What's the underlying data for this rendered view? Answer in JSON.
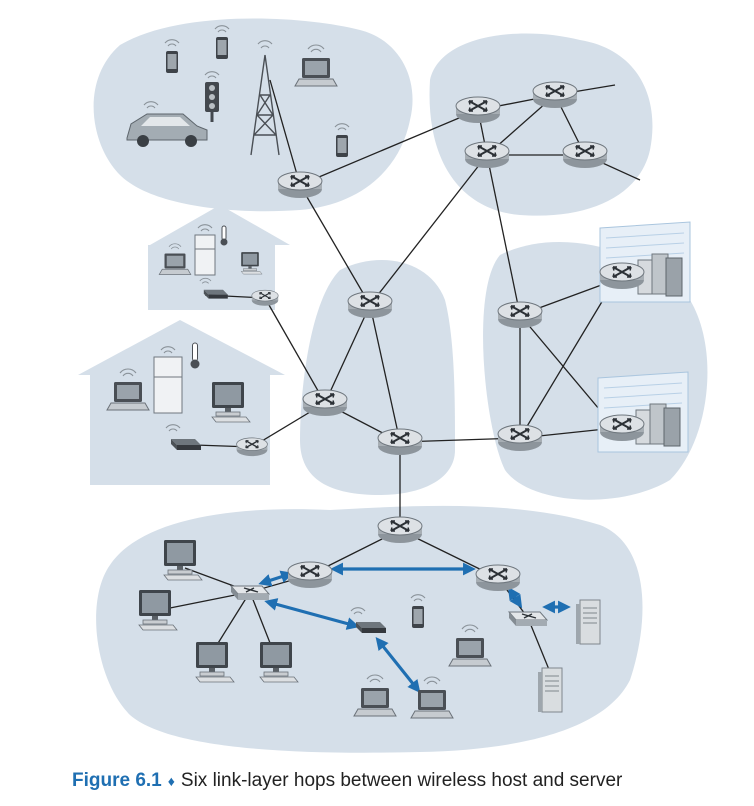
{
  "caption": {
    "label": "Figure 6.1",
    "separator": "♦",
    "text": "Six link-layer hops between wireless host and server"
  },
  "colors": {
    "region_fill": "#d5dfe9",
    "link": "#222222",
    "hop_arrow": "#1f6fb2",
    "router_fill": "#c9ced3",
    "caption_label": "#1f6fb2"
  },
  "nodes": {
    "routers": [
      "r-mobile",
      "r-isp-top-1",
      "r-isp-top-2",
      "r-isp-top-3",
      "r-isp-top-4",
      "r-home-small",
      "r-home-large",
      "r-core-left",
      "r-core-mid",
      "r-core-bottom",
      "r-dc-top",
      "r-dc-bottom",
      "r-enterprise-top",
      "r-enterprise-left",
      "r-enterprise-right"
    ],
    "switches": [
      "switch-enterprise-left",
      "switch-enterprise-right"
    ],
    "hosts": [
      "car",
      "smartphone-1",
      "smartphone-2",
      "smartphone-3",
      "traffic-light",
      "cell-tower",
      "laptop",
      "desktop",
      "refrigerator",
      "thermostat",
      "access-point",
      "tablet",
      "server",
      "server-rack",
      "cloud-datacenter"
    ]
  },
  "link_layer_hops": 6
}
